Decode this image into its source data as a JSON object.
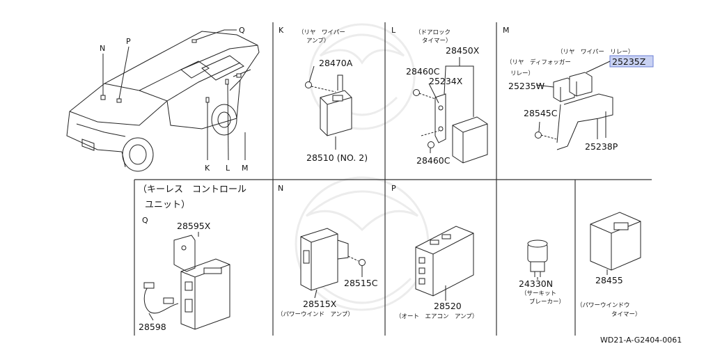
{
  "diagram": {
    "vehicle_labels": {
      "n": "N",
      "p": "P",
      "q": "Q",
      "k": "K",
      "l": "L",
      "m": "M"
    },
    "panel_k": {
      "letter": "K",
      "title_line1": "（リヤ　ワイパー",
      "title_line2": "アンプ）",
      "parts": {
        "screw": "28470A",
        "amp": "28510 (NO. 2)"
      }
    },
    "panel_l": {
      "letter": "L",
      "title_line1": "（ドアロック",
      "title_line2": "タイマー）",
      "parts": {
        "timer": "28450X",
        "screw_top": "28460C",
        "bracket": "25234X",
        "screw_bottom": "28460C"
      }
    },
    "panel_m": {
      "letter": "M",
      "title_line1": "（リヤ　ワイパー　リレー）",
      "title_line2": "（リヤ　ディフォッガー",
      "title_line3": "リレー）",
      "parts": {
        "highlight": "25235Z",
        "relay": "25235W",
        "screw": "28545C",
        "bracket": "25238P"
      }
    },
    "panel_q": {
      "letter": "Q",
      "title_line1": "（キーレス　コントロール",
      "title_line2": "ユニット）",
      "parts": {
        "unit": "28595X",
        "harness": "28598"
      }
    },
    "panel_n": {
      "letter": "N",
      "parts": {
        "screw": "28515C",
        "amp": "28515X"
      },
      "caption": "（パワーウインド　アンプ）"
    },
    "panel_p": {
      "letter": "P",
      "parts": {
        "amp": "28520"
      },
      "caption": "（オート　エアコン　アンプ）"
    },
    "panel_breaker": {
      "parts": {
        "breaker": "24330N"
      },
      "caption_line1": "（サーキット",
      "caption_line2": "ブレーカー）"
    },
    "panel_timer": {
      "parts": {
        "timer": "28455"
      },
      "caption_line1": "（パワーウインドウ",
      "caption_line2": "タイマー）"
    },
    "footer_code": "WD21-A-G2404-0061"
  }
}
